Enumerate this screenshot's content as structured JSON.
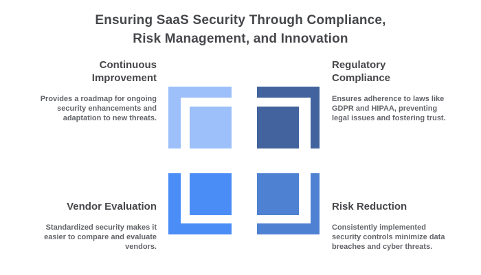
{
  "title": {
    "text": "Ensuring SaaS Security Through Compliance,\nRisk Management, and Innovation"
  },
  "quadrants": [
    {
      "id": "continuous-improvement",
      "position": "top-left",
      "heading": "Continuous\nImprovement",
      "body": "Provides a roadmap for ongoing security enhancements and adaptation to new threats.",
      "color": "#9dc0fa"
    },
    {
      "id": "regulatory-compliance",
      "position": "top-right",
      "heading": "Regulatory\nCompliance",
      "body": "Ensures adherence to laws like GDPR and HIPAA, preventing legal issues and fostering trust.",
      "color": "#42639d"
    },
    {
      "id": "vendor-evaluation",
      "position": "bottom-left",
      "heading": "Vendor Evaluation",
      "body": "Standardized security makes it easier to compare and evaluate vendors.",
      "color": "#4a8df7"
    },
    {
      "id": "risk-reduction",
      "position": "bottom-right",
      "heading": "Risk Reduction",
      "body": "Consistently implemented security controls minimize data breaches and cyber threats.",
      "color": "#4f81d3"
    }
  ],
  "colors": {
    "background": "#ffffff",
    "title_text": "#46474b",
    "body_text": "#626469"
  }
}
